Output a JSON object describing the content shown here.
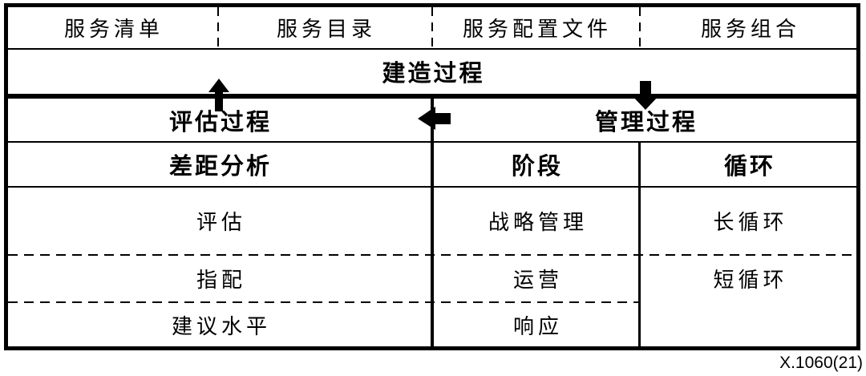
{
  "caption": "X.1060(21)",
  "service_artifacts": {
    "cells": [
      "服务清单",
      "服务目录",
      "服务配置文件",
      "服务组合"
    ]
  },
  "processes": {
    "build": "建造过程",
    "evaluation": "评估过程",
    "management": "管理过程"
  },
  "evaluation_table": {
    "header": "差距分析",
    "rows": [
      "评估",
      "指配",
      "建议水平"
    ]
  },
  "management_table": {
    "phase_header": "阶段",
    "cycle_header": "循环",
    "phases": [
      "战略管理",
      "运营",
      "响应"
    ],
    "cycles": [
      "长循环",
      "短循环"
    ]
  },
  "icons": {
    "up_arrow": "arrow-up",
    "down_arrow": "arrow-down",
    "left_arrow": "arrow-left"
  },
  "colors": {
    "line": "#000000",
    "background": "#ffffff"
  }
}
